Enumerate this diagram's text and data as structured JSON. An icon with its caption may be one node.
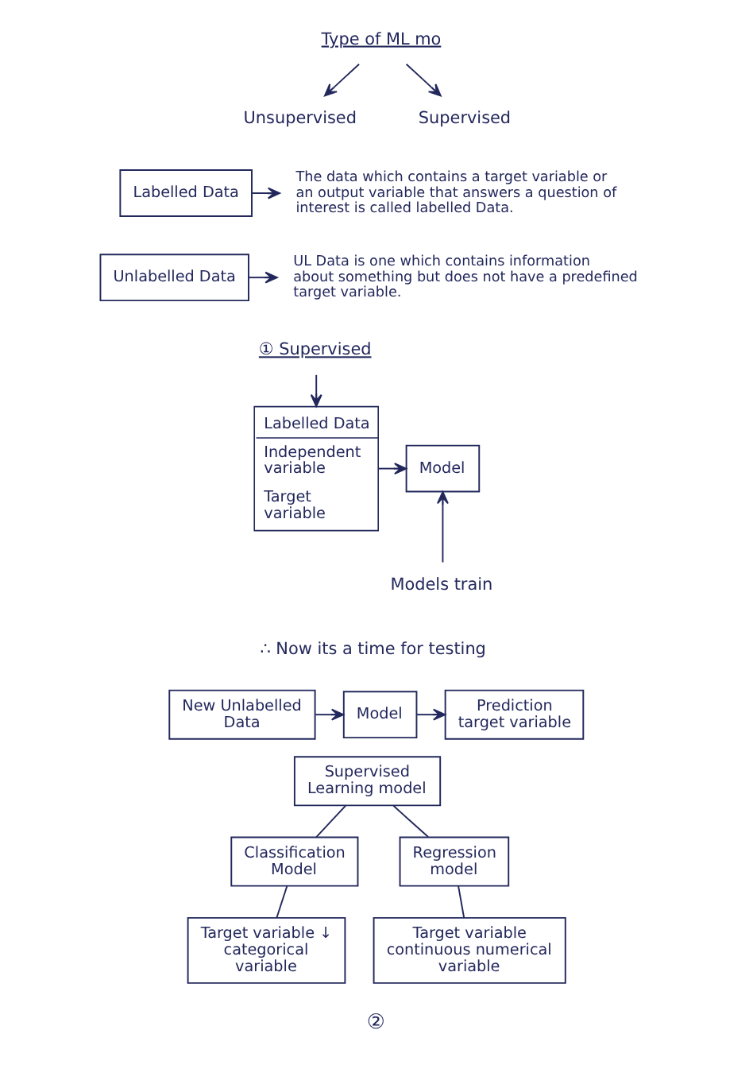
{
  "diagram": {
    "nodes": [
      {
        "text": [
          "Type of ML mo"
        ]
      },
      {
        "text": [
          "Unsupervised"
        ]
      },
      {
        "text": [
          "Supervised"
        ]
      },
      {
        "text": [
          "Labelled Data"
        ]
      },
      {
        "text": [
          "The data which contains a target variable or an output variable that answers a question of interest is called labelled Data."
        ]
      },
      {
        "text": [
          "Unlabelled Data"
        ]
      },
      {
        "text": [
          "UL Data is one which contains information about something but does not have a predefined target variable."
        ]
      },
      {
        "text": [
          "① Supervised"
        ]
      },
      {
        "text": [
          "Labelled Data",
          "Independent variable",
          "Target variable"
        ]
      },
      {
        "text": [
          "Model"
        ]
      },
      {
        "text": [
          "Models train"
        ]
      },
      {
        "text": [
          "New Unlabelled Data"
        ]
      },
      {
        "text": [
          "Model"
        ]
      },
      {
        "text": [
          "Prediction target variable"
        ]
      },
      {
        "text": [
          "Supervised Learning model"
        ]
      },
      {
        "text": [
          "Classification Model"
        ]
      },
      {
        "text": [
          "Regression model"
        ]
      },
      {
        "text": [
          "Target variable ↓ categorical variable"
        ]
      },
      {
        "text": [
          "Target variable continuous numerical variable"
        ]
      }
    ],
    "edges": [
      {
        "from": 0,
        "to": 1,
        "arrow": "to"
      },
      {
        "from": 0,
        "to": 2,
        "arrow": "to"
      },
      {
        "from": 3,
        "to": 4,
        "arrow": "to"
      },
      {
        "from": 5,
        "to": 6,
        "arrow": "to"
      },
      {
        "from": 7,
        "to": 8,
        "arrow": "to"
      },
      {
        "from": 8,
        "to": 9,
        "arrow": "to"
      },
      {
        "from": 10,
        "to": 9,
        "arrow": "to"
      },
      {
        "from": 11,
        "to": 12,
        "arrow": "to"
      },
      {
        "from": 12,
        "to": 13,
        "arrow": "to"
      },
      {
        "from": 14,
        "to": 15,
        "arrow": "none"
      },
      {
        "from": 14,
        "to": 16,
        "arrow": "none"
      },
      {
        "from": 15,
        "to": 17,
        "arrow": "none"
      },
      {
        "from": 16,
        "to": 18,
        "arrow": "none"
      }
    ],
    "labels": [
      "∴ Now its a time for testing",
      "②"
    ]
  }
}
